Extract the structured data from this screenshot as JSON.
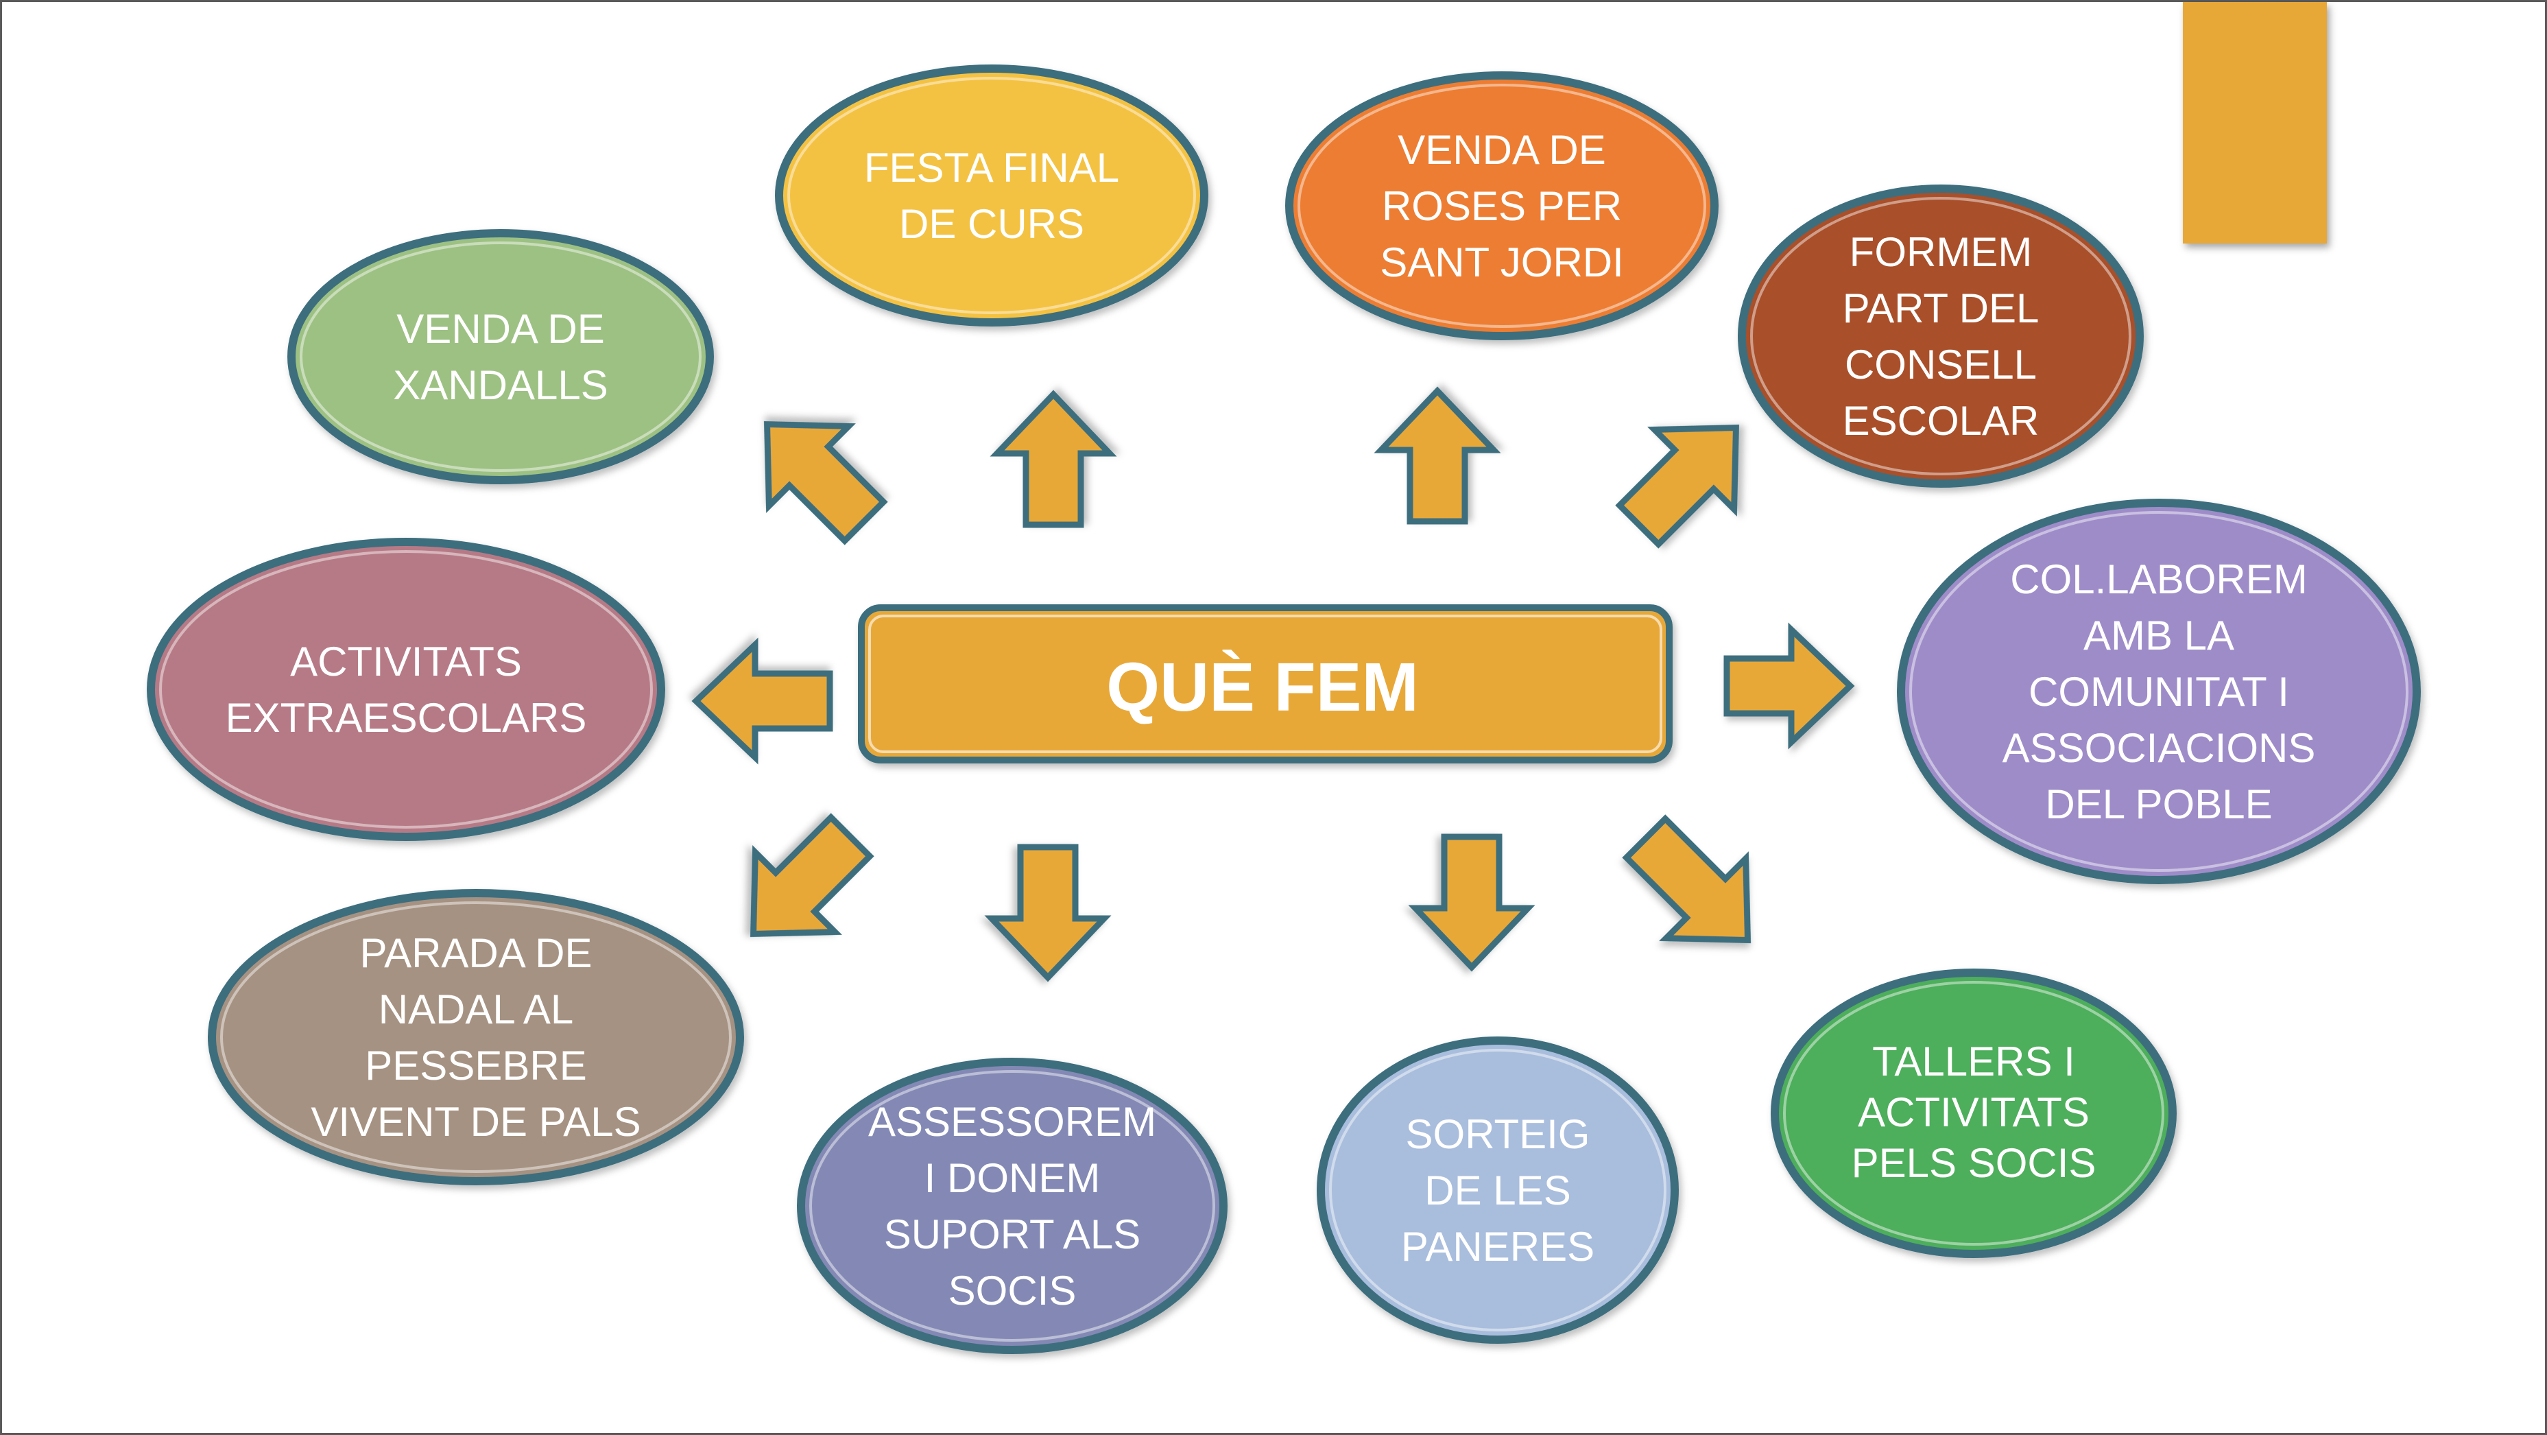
{
  "center": {
    "label": "QUÈ FEM",
    "fill": "#E8A838"
  },
  "accent_tab": {
    "color": "#E8A838"
  },
  "arrow_color": "#E8A838",
  "oval_border_color": "#3E6E7E",
  "nodes": [
    {
      "id": "venda-xandalls",
      "lines": [
        "VENDA DE",
        "XANDALLS"
      ],
      "color": "#9DC183"
    },
    {
      "id": "festa-final",
      "lines": [
        "FESTA FINAL",
        "DE CURS"
      ],
      "color": "#F4C242"
    },
    {
      "id": "venda-roses",
      "lines": [
        "VENDA DE",
        "ROSES PER",
        "SANT JORDI"
      ],
      "color": "#ED7D31"
    },
    {
      "id": "consell-escolar",
      "lines": [
        "FORMEM",
        "PART DEL",
        "CONSELL",
        "ESCOLAR"
      ],
      "color": "#A9502A"
    },
    {
      "id": "collaborem",
      "lines": [
        "COL.LABOREM",
        "AMB LA",
        "COMUNITAT I",
        "ASSOCIACIONS",
        "DEL POBLE"
      ],
      "color": "#9E8CC9"
    },
    {
      "id": "activitats-extra",
      "lines": [
        "ACTIVITATS",
        "EXTRAESCOLARS"
      ],
      "color": "#B67A86"
    },
    {
      "id": "parada-nadal",
      "lines": [
        "PARADA DE",
        "NADAL AL",
        "PESSEBRE",
        "VIVENT DE PALS"
      ],
      "color": "#A69282"
    },
    {
      "id": "assessorem",
      "lines": [
        "ASSESSOREM",
        "I DONEM",
        "SUPORT ALS",
        "SOCIS"
      ],
      "color": "#8389B4"
    },
    {
      "id": "sorteig",
      "lines": [
        "SORTEIG",
        "DE LES",
        "PANERES"
      ],
      "color": "#A9BDDD"
    },
    {
      "id": "tallers",
      "lines": [
        "TALLERS I",
        "ACTIVITATS",
        "PELS SOCIS"
      ],
      "color": "#4EAE5B"
    }
  ]
}
